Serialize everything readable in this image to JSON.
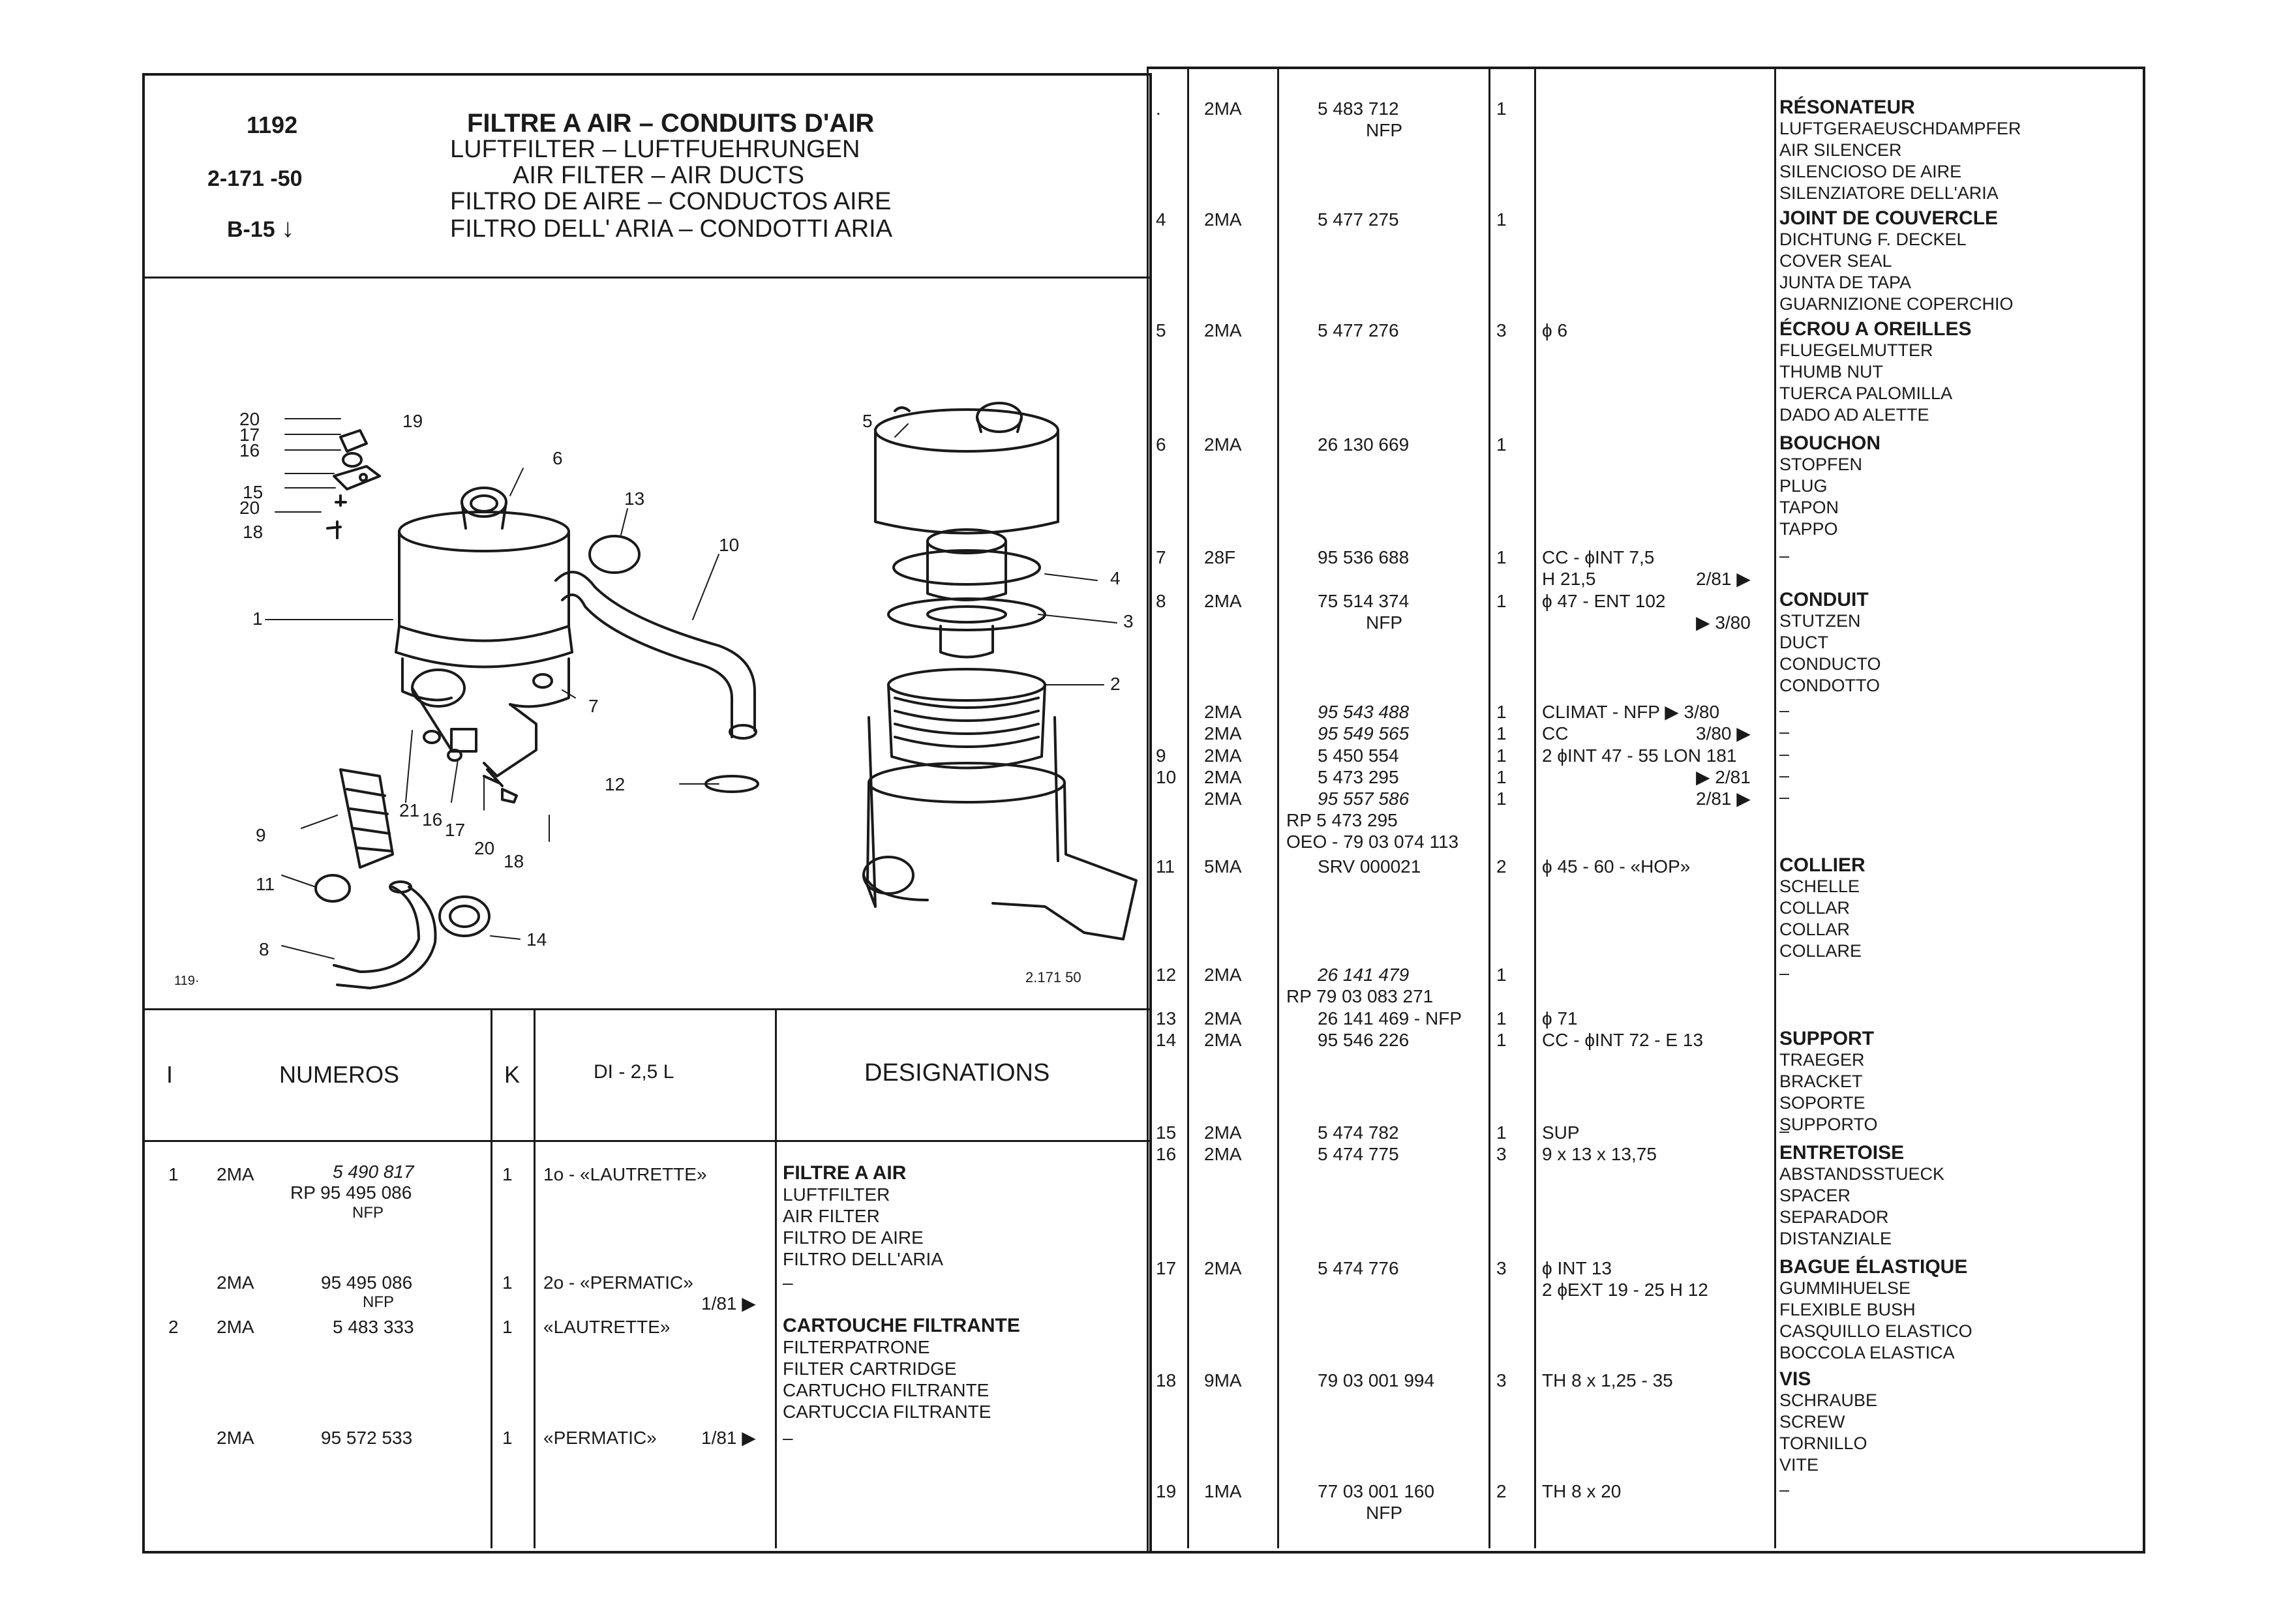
{
  "header": {
    "code": "1192",
    "ref_line": "2-171 -50",
    "model": "B-15",
    "model_arrow": "↓",
    "titles": [
      "FILTRE A AIR – CONDUITS D'AIR",
      "LUFTFILTER – LUFTFUEHRUNGEN",
      "AIR FILTER – AIR DUCTS",
      "FILTRO DE AIRE – CONDUCTOS AIRE",
      "FILTRO DELL' ARIA – CONDOTTI ARIA"
    ]
  },
  "diagram": {
    "left_ref": "119·",
    "right_ref": "2.171 50",
    "callouts": [
      "20",
      "17",
      "16",
      "15",
      "20",
      "18",
      "19",
      "6",
      "13",
      "10",
      "1",
      "7",
      "9",
      "11",
      "8",
      "21",
      "16",
      "17",
      "20",
      "18",
      "14",
      "12",
      "5",
      "4",
      "3",
      "2"
    ]
  },
  "left_table": {
    "headers": {
      "i": "I",
      "numeros": "NUMEROS",
      "k": "K",
      "variant": "DI - 2,5 L",
      "designations": "DESIGNATIONS"
    },
    "rows": [
      {
        "item": "1",
        "mfr": "2MA",
        "nums": [
          "5 490 817",
          "RP 95 495 086",
          "NFP"
        ],
        "k": "1",
        "variant": "1o - «LAUTRETTE»",
        "date": "",
        "designation": [
          "FILTRE A AIR",
          "LUFTFILTER",
          "AIR FILTER",
          "FILTRO DE AIRE",
          "FILTRO DELL'ARIA"
        ]
      },
      {
        "item": "",
        "mfr": "2MA",
        "nums": [
          "95 495 086",
          "NFP"
        ],
        "k": "1",
        "variant": "2o - «PERMATIC»",
        "date": "1/81 ▶",
        "designation": [
          "–"
        ]
      },
      {
        "item": "2",
        "mfr": "2MA",
        "nums": [
          "5 483 333"
        ],
        "k": "1",
        "variant": "«LAUTRETTE»",
        "date": "",
        "designation": [
          "CARTOUCHE FILTRANTE",
          "FILTERPATRONE",
          "FILTER CARTRIDGE",
          "CARTUCHO FILTRANTE",
          "CARTUCCIA FILTRANTE"
        ]
      },
      {
        "item": "",
        "mfr": "2MA",
        "nums": [
          "95 572 533"
        ],
        "k": "1",
        "variant": "«PERMATIC»",
        "date": "1/81 ▶",
        "designation": [
          "–"
        ]
      }
    ]
  },
  "right_table": {
    "rows": [
      {
        "item": ".",
        "mfr": "2MA",
        "nums": [
          "5 483 712",
          "NFP"
        ],
        "k": "1",
        "spec": [],
        "designation": [
          "RÉSONATEUR",
          "LUFTGERAEUSCHDAMPFER",
          "AIR SILENCER",
          "SILENCIOSO DE AIRE",
          "SILENZIATORE DELL'ARIA"
        ]
      },
      {
        "item": "4",
        "mfr": "2MA",
        "nums": [
          "5 477 275"
        ],
        "k": "1",
        "spec": [],
        "designation": [
          "JOINT DE COUVERCLE",
          "DICHTUNG F. DECKEL",
          "COVER SEAL",
          "JUNTA DE TAPA",
          "GUARNIZIONE COPERCHIO"
        ]
      },
      {
        "item": "5",
        "mfr": "2MA",
        "nums": [
          "5 477 276"
        ],
        "k": "3",
        "spec": [
          "ϕ 6"
        ],
        "designation": [
          "ÉCROU A OREILLES",
          "FLUEGELMUTTER",
          "THUMB NUT",
          "TUERCA PALOMILLA",
          "DADO AD ALETTE"
        ]
      },
      {
        "item": "6",
        "mfr": "2MA",
        "nums": [
          "26 130 669"
        ],
        "k": "1",
        "spec": [],
        "designation": [
          "BOUCHON",
          "STOPFEN",
          "PLUG",
          "TAPON",
          "TAPPO"
        ]
      },
      {
        "item": "7",
        "mfr": "28F",
        "nums": [
          "95 536 688"
        ],
        "k": "1",
        "spec": [
          "CC - ϕINT 7,5",
          "H 21,5"
        ],
        "date": "2/81 ▶",
        "designation": [
          "–"
        ]
      },
      {
        "item": "8",
        "mfr": "2MA",
        "nums": [
          "75 514 374",
          "NFP"
        ],
        "k": "1",
        "spec": [
          "ϕ 47 - ENT 102"
        ],
        "date": "▶ 3/80",
        "designation": [
          "CONDUIT",
          "STUTZEN",
          "DUCT",
          "CONDUCTO",
          "CONDOTTO"
        ]
      },
      {
        "item": "",
        "mfr": "2MA",
        "nums": [
          "95 543 488"
        ],
        "k": "1",
        "spec": [
          "CLIMAT - NFP ▶ 3/80"
        ],
        "designation": [
          "–"
        ]
      },
      {
        "item": "",
        "mfr": "2MA",
        "nums": [
          "95 549 565"
        ],
        "k": "1",
        "spec": [
          "CC"
        ],
        "date": "3/80 ▶",
        "designation": [
          "–"
        ]
      },
      {
        "item": "9",
        "mfr": "2MA",
        "nums": [
          "5 450 554"
        ],
        "k": "1",
        "spec": [
          "2 ϕINT 47 - 55 LON 181"
        ],
        "designation": [
          "–"
        ]
      },
      {
        "item": "10",
        "mfr": "2MA",
        "nums": [
          "5 473 295"
        ],
        "k": "1",
        "spec": [],
        "date": "▶ 2/81",
        "designation": [
          "–"
        ]
      },
      {
        "item": "",
        "mfr": "2MA",
        "nums": [
          "95 557 586",
          "RP 5 473 295",
          "OEO - 79 03 074 113"
        ],
        "k": "1",
        "spec": [],
        "date": "2/81 ▶",
        "designation": [
          "–"
        ]
      },
      {
        "item": "11",
        "mfr": "5MA",
        "nums": [
          "SRV 000021"
        ],
        "k": "2",
        "spec": [
          "ϕ 45 - 60 - «HOP»"
        ],
        "designation": [
          "COLLIER",
          "SCHELLE",
          "COLLAR",
          "COLLAR",
          "COLLARE"
        ]
      },
      {
        "item": "12",
        "mfr": "2MA",
        "nums": [
          "26 141 479",
          "RP 79 03 083 271"
        ],
        "k": "1",
        "spec": [],
        "designation": [
          "–"
        ]
      },
      {
        "item": "13",
        "mfr": "2MA",
        "nums": [
          "26 141 469 - NFP"
        ],
        "k": "1",
        "spec": [
          "ϕ 71"
        ],
        "designation": []
      },
      {
        "item": "14",
        "mfr": "2MA",
        "nums": [
          "95 546 226"
        ],
        "k": "1",
        "spec": [
          "CC - ϕINT 72 - E 13"
        ],
        "designation": [
          "SUPPORT",
          "TRAEGER",
          "BRACKET",
          "SOPORTE",
          "SUPPORTO"
        ]
      },
      {
        "item": "15",
        "mfr": "2MA",
        "nums": [
          "5 474 782"
        ],
        "k": "1",
        "spec": [
          "SUP"
        ],
        "designation": [
          "–"
        ]
      },
      {
        "item": "16",
        "mfr": "2MA",
        "nums": [
          "5 474 775"
        ],
        "k": "3",
        "spec": [
          "9 x 13 x 13,75"
        ],
        "designation": [
          "ENTRETOISE",
          "ABSTANDSSTUECK",
          "SPACER",
          "SEPARADOR",
          "DISTANZIALE"
        ]
      },
      {
        "item": "17",
        "mfr": "2MA",
        "nums": [
          "5 474 776"
        ],
        "k": "3",
        "spec": [
          "ϕ INT 13",
          "2 ϕEXT 19 - 25 H 12"
        ],
        "designation": [
          "BAGUE ÉLASTIQUE",
          "GUMMIHUELSE",
          "FLEXIBLE BUSH",
          "CASQUILLO ELASTICO",
          "BOCCOLA ELASTICA"
        ]
      },
      {
        "item": "18",
        "mfr": "9MA",
        "nums": [
          "79 03 001 994"
        ],
        "k": "3",
        "spec": [
          "TH 8 x 1,25 - 35"
        ],
        "designation": [
          "VIS",
          "SCHRAUBE",
          "SCREW",
          "TORNILLO",
          "VITE"
        ]
      },
      {
        "item": "19",
        "mfr": "1MA",
        "nums": [
          "77 03 001 160",
          "NFP"
        ],
        "k": "2",
        "spec": [
          "TH 8 x 20"
        ],
        "designation": [
          "–"
        ]
      }
    ]
  }
}
